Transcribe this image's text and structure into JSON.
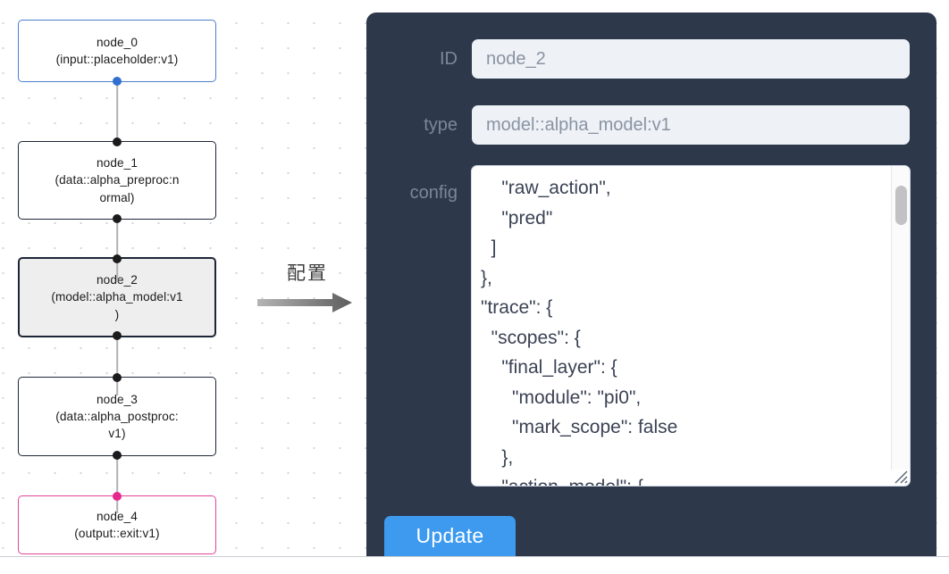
{
  "graph": {
    "nodes": [
      {
        "id": "node_0",
        "label": "node_0\n(input::placeholder:v1)",
        "kind": "input"
      },
      {
        "id": "node_1",
        "label": "node_1\n(data::alpha_preproc:n\normal)",
        "kind": "default"
      },
      {
        "id": "node_2",
        "label": "node_2\n(model::alpha_model:v1\n)",
        "kind": "selected"
      },
      {
        "id": "node_3",
        "label": "node_3\n(data::alpha_postproc:\nv1)",
        "kind": "default"
      },
      {
        "id": "node_4",
        "label": "node_4\n(output::exit:v1)",
        "kind": "output"
      }
    ],
    "colors": {
      "input_border": "#4a7fd0",
      "output_border": "#e0459a",
      "default_border": "#1d2637",
      "selected_fill": "#eeeeee",
      "edge": "#b1b1b7",
      "handle": "#1b1b1b",
      "handle_input": "#2e6fd0",
      "handle_output": "#e6288e",
      "grid_dot": "#d2d4d8"
    }
  },
  "annotation": {
    "text": "配置",
    "arrow_icon": "arrow-right-icon",
    "color": "#3c3c3c"
  },
  "panel": {
    "background": "#2e384b",
    "fields": {
      "id": {
        "label": "ID",
        "value": "node_2"
      },
      "type": {
        "label": "type",
        "value": "model::alpha_model:v1"
      },
      "config": {
        "label": "config",
        "value": "    \"raw_action\",\n    \"pred\"\n  ]\n},\n\"trace\": {\n  \"scopes\": {\n    \"final_layer\": {\n      \"module\": \"pi0\",\n      \"mark_scope\": false\n    },\n    \"action_model\": {"
      }
    },
    "update_button": {
      "label": "Update",
      "color": "#3d9aef"
    },
    "scrollbar": {
      "thumb_color": "#c2c2c4"
    },
    "resize_grip_icon": "resize-grip-icon"
  }
}
